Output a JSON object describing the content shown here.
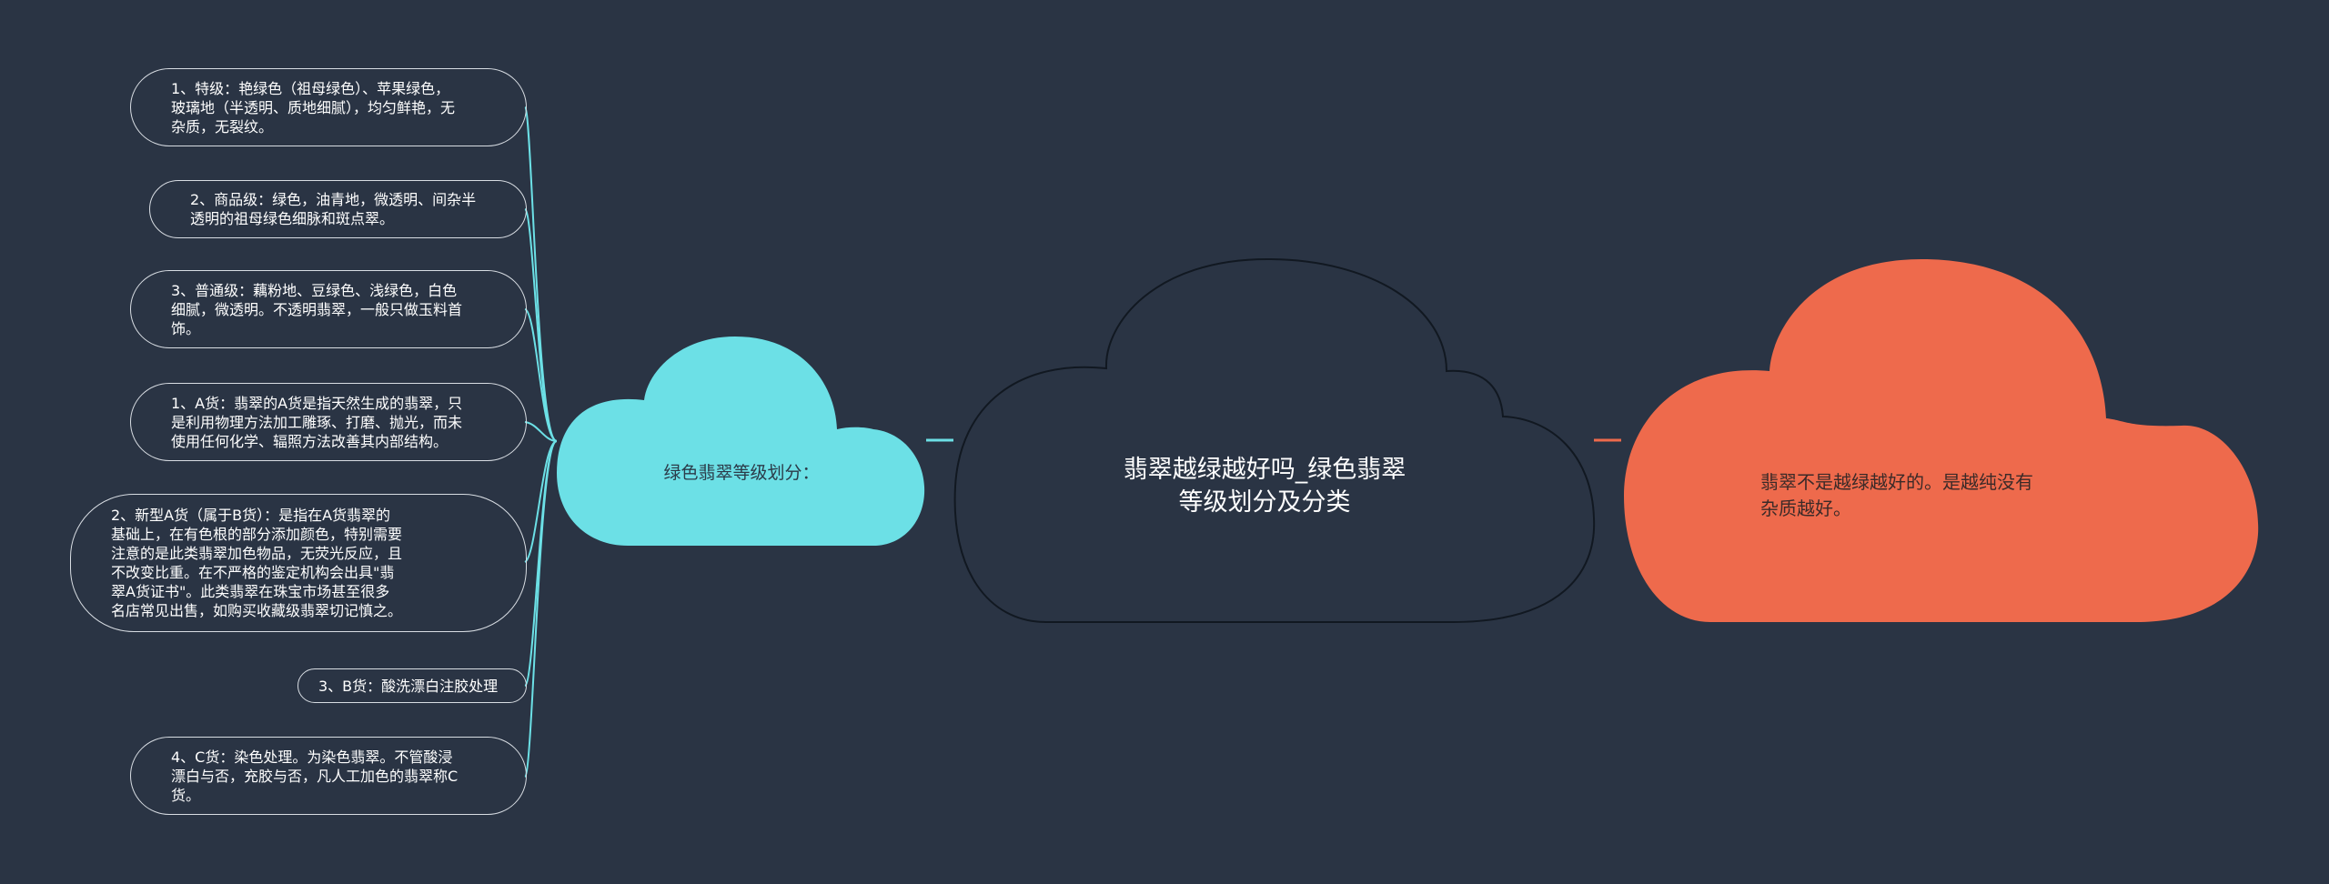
{
  "center": {
    "title": "翡翠越绿越好吗_绿色翡翠\n等级划分及分类"
  },
  "left_branch": {
    "label": "绿色翡翠等级划分：",
    "color": "#6ce0e6",
    "items": [
      "1、特级：艳绿色（祖母绿色）、苹果绿色，\n玻璃地（半透明、质地细腻），均匀鲜艳，无\n杂质，无裂纹。",
      "2、商品级：绿色，油青地，微透明、间杂半\n透明的祖母绿色细脉和斑点翠。",
      "3、普通级：藕粉地、豆绿色、浅绿色，白色\n细腻，微透明。不透明翡翠，一般只做玉料首\n饰。",
      "1、A货：翡翠的A货是指天然生成的翡翠，只\n是利用物理方法加工雕琢、打磨、抛光，而未\n使用任何化学、辐照方法改善其内部结构。",
      "2、新型A货（属于B货）：是指在A货翡翠的\n基础上，在有色根的部分添加颜色，特别需要\n注意的是此类翡翠加色物品，无荧光反应，且\n不改变比重。在不严格的鉴定机构会出具\"翡\n翠A货证书\"。此类翡翠在珠宝市场甚至很多\n名店常见出售，如购买收藏级翡翠切记慎之。",
      "3、B货：酸洗漂白注胶处理",
      "4、C货：染色处理。为染色翡翠。不管酸浸\n漂白与否，充胶与否，凡人工加色的翡翠称C\n货。"
    ]
  },
  "right_branch": {
    "label": "翡翠不是越绿越好的。是越纯没有\n杂质越好。",
    "color": "#ee6a4c"
  },
  "colors": {
    "background": "#2a3444",
    "center_fill": "#2a3444",
    "center_stroke": "#111821",
    "connector_left": "#6ce0e6",
    "connector_right": "#ee6a4c",
    "leaf_border": "#d8dde3"
  }
}
